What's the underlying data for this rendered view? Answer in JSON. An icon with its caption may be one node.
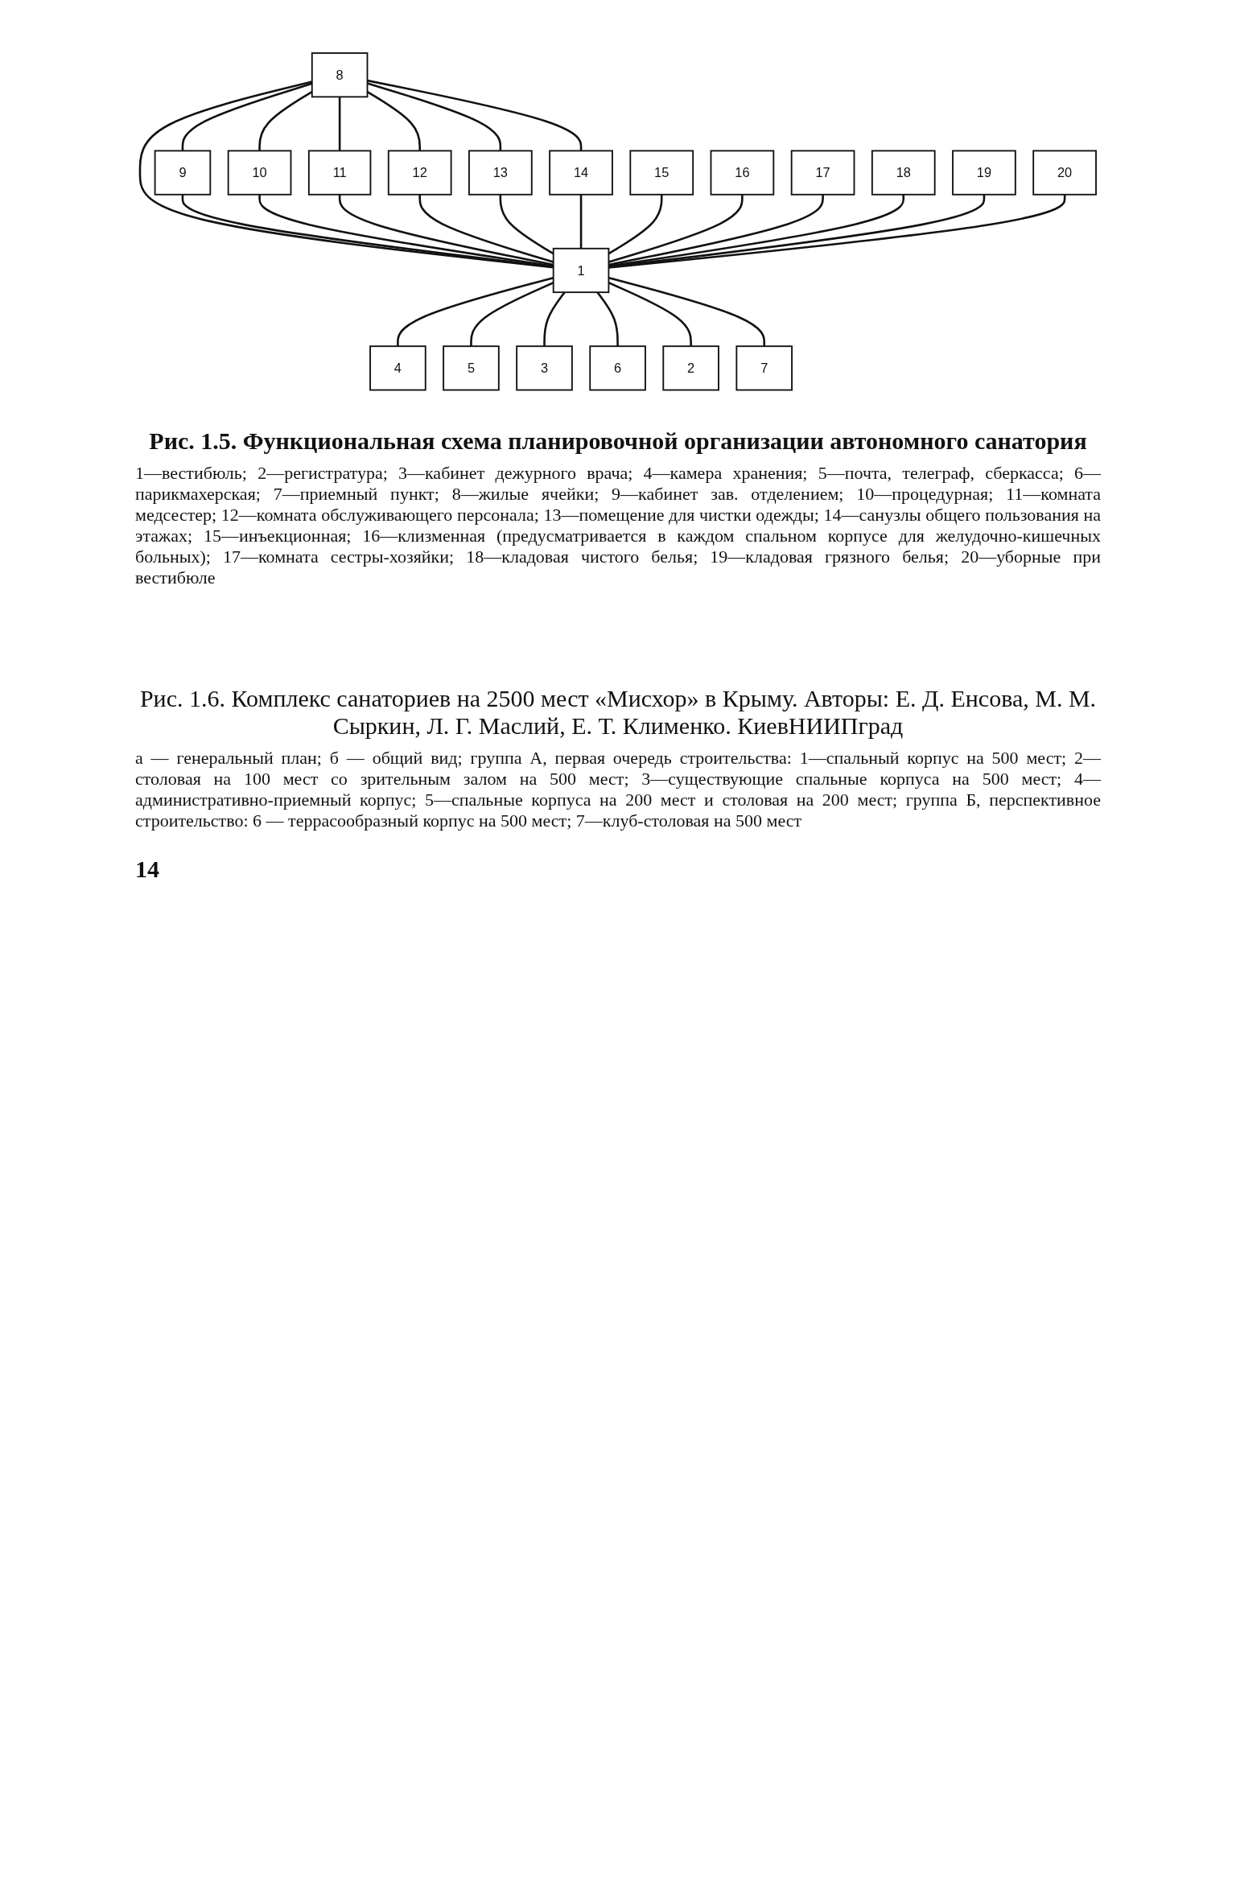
{
  "diagram": {
    "caption": "Рис. 1.5. Функциональная схема планировочной организации автономного санатория",
    "nodes": [
      {
        "text": [
          "8"
        ]
      },
      {
        "text": [
          "9"
        ]
      },
      {
        "text": [
          "10"
        ]
      },
      {
        "text": [
          "11"
        ]
      },
      {
        "text": [
          "12"
        ]
      },
      {
        "text": [
          "13"
        ]
      },
      {
        "text": [
          "14"
        ]
      },
      {
        "text": [
          "15"
        ]
      },
      {
        "text": [
          "16"
        ]
      },
      {
        "text": [
          "17"
        ]
      },
      {
        "text": [
          "18"
        ]
      },
      {
        "text": [
          "19"
        ]
      },
      {
        "text": [
          "20"
        ]
      },
      {
        "text": [
          "4"
        ]
      },
      {
        "text": [
          "1"
        ]
      },
      {
        "text": [
          "5"
        ]
      },
      {
        "text": [
          "3"
        ]
      },
      {
        "text": [
          "6"
        ]
      },
      {
        "text": [
          "2"
        ]
      },
      {
        "text": [
          "7"
        ]
      }
    ],
    "edges": [
      {
        "from": 0,
        "to": 1,
        "arrow": "none"
      },
      {
        "from": 0,
        "to": 2,
        "arrow": "none"
      },
      {
        "from": 0,
        "to": 3,
        "arrow": "none"
      },
      {
        "from": 0,
        "to": 4,
        "arrow": "none"
      },
      {
        "from": 0,
        "to": 5,
        "arrow": "none"
      },
      {
        "from": 0,
        "to": 6,
        "arrow": "none"
      },
      {
        "from": 0,
        "to": 14,
        "arrow": "none"
      },
      {
        "from": 1,
        "to": 14,
        "arrow": "none"
      },
      {
        "from": 2,
        "to": 14,
        "arrow": "none"
      },
      {
        "from": 3,
        "to": 14,
        "arrow": "none"
      },
      {
        "from": 4,
        "to": 14,
        "arrow": "none"
      },
      {
        "from": 5,
        "to": 14,
        "arrow": "none"
      },
      {
        "from": 6,
        "to": 14,
        "arrow": "none"
      },
      {
        "from": 7,
        "to": 14,
        "arrow": "none"
      },
      {
        "from": 8,
        "to": 14,
        "arrow": "none"
      },
      {
        "from": 9,
        "to": 14,
        "arrow": "none"
      },
      {
        "from": 10,
        "to": 14,
        "arrow": "none"
      },
      {
        "from": 11,
        "to": 14,
        "arrow": "none"
      },
      {
        "from": 12,
        "to": 14,
        "arrow": "none"
      },
      {
        "from": 14,
        "to": 13,
        "arrow": "none"
      },
      {
        "from": 14,
        "to": 15,
        "arrow": "none"
      },
      {
        "from": 14,
        "to": 16,
        "arrow": "none"
      },
      {
        "from": 14,
        "to": 17,
        "arrow": "none"
      },
      {
        "from": 14,
        "to": 18,
        "arrow": "none"
      },
      {
        "from": 14,
        "to": 19,
        "arrow": "none"
      }
    ],
    "labels": [
      "1—вестибюль; 2—регистратура; 3—кабинет дежурного врача; 4—камера хранения; 5—почта, телеграф, сберкасса; 6—парикмахерская; 7—приемный пункт; 8—жилые ячейки; 9—кабинет зав. отделением; 10—процедурная; 11—комната медсестер; 12—комната обслуживающего персонала; 13—помещение для чистки одежды; 14—санузлы общего пользования на этажах; 15—инъекционная; 16—клизменная (предусматривается в каждом спальном корпусе для желудочно-кишечных больных); 17—комната сестры-хозяйки; 18—кладовая чистого белья; 19—кладовая грязного белья; 20—уборные при вестибюле",
      "Рис. 1.6. Комплекс санаториев на 2500 мест «Мисхор» в Крыму. Авторы: Е. Д. Енсова, М. М. Сыркин, Л. Г. Маслий, Е. Т. Клименко. КиевНИИПград",
      "а — генеральный план; б — общий вид; группа А, первая очередь строительства: 1—спальный корпус на 500 мест; 2—столовая на 100 мест со зрительным залом на 500 мест; 3—существующие спальные корпуса на 500 мест; 4—административно-приемный корпус; 5—спальные корпуса на 200 мест и столовая на 200 мест; группа Б, перспективное строительство: 6 — террасообразный корпус на 500 мест; 7—клуб-столовая на 500 мест",
      "14"
    ]
  }
}
